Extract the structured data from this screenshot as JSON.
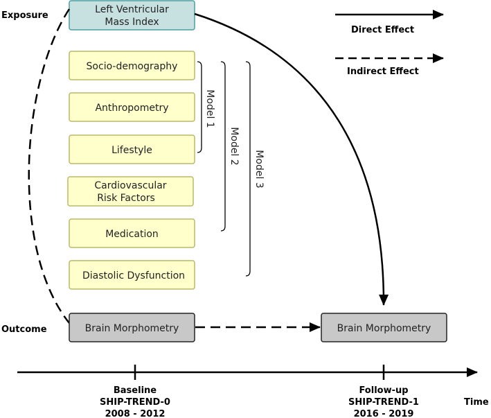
{
  "labels": {
    "exposure": "Exposure",
    "outcome": "Outcome",
    "time": "Time"
  },
  "legend": {
    "direct": "Direct Effect",
    "indirect": "Indirect Effect"
  },
  "exposure_box": {
    "line1": "Left Ventricular",
    "line2": "Mass Index"
  },
  "covariates": [
    {
      "line1": "Socio-demography",
      "line2": ""
    },
    {
      "line1": "Anthropometry",
      "line2": ""
    },
    {
      "line1": "Lifestyle",
      "line2": ""
    },
    {
      "line1": "Cardiovascular",
      "line2": "Risk Factors"
    },
    {
      "line1": "Medication",
      "line2": ""
    },
    {
      "line1": "Diastolic Dysfunction",
      "line2": ""
    }
  ],
  "models": [
    "Model 1",
    "Model 2",
    "Model 3"
  ],
  "outcome_boxes": {
    "baseline": "Brain Morphometry",
    "followup": "Brain Morphometry"
  },
  "timeline": {
    "baseline": {
      "line1": "Baseline",
      "line2": "SHIP-TREND-0",
      "line3": "2008 - 2012"
    },
    "followup": {
      "line1": "Follow-up",
      "line2": "SHIP-TREND-1",
      "line3": "2016 - 2019"
    }
  },
  "colors": {
    "exposure_fill": "#c7e1e1",
    "exposure_stroke": "#4a9ea1",
    "covariate_fill": "#ffffcc",
    "covariate_stroke": "#b8b86a",
    "outcome_fill": "#c8c8c8",
    "outcome_stroke": "#222222"
  }
}
